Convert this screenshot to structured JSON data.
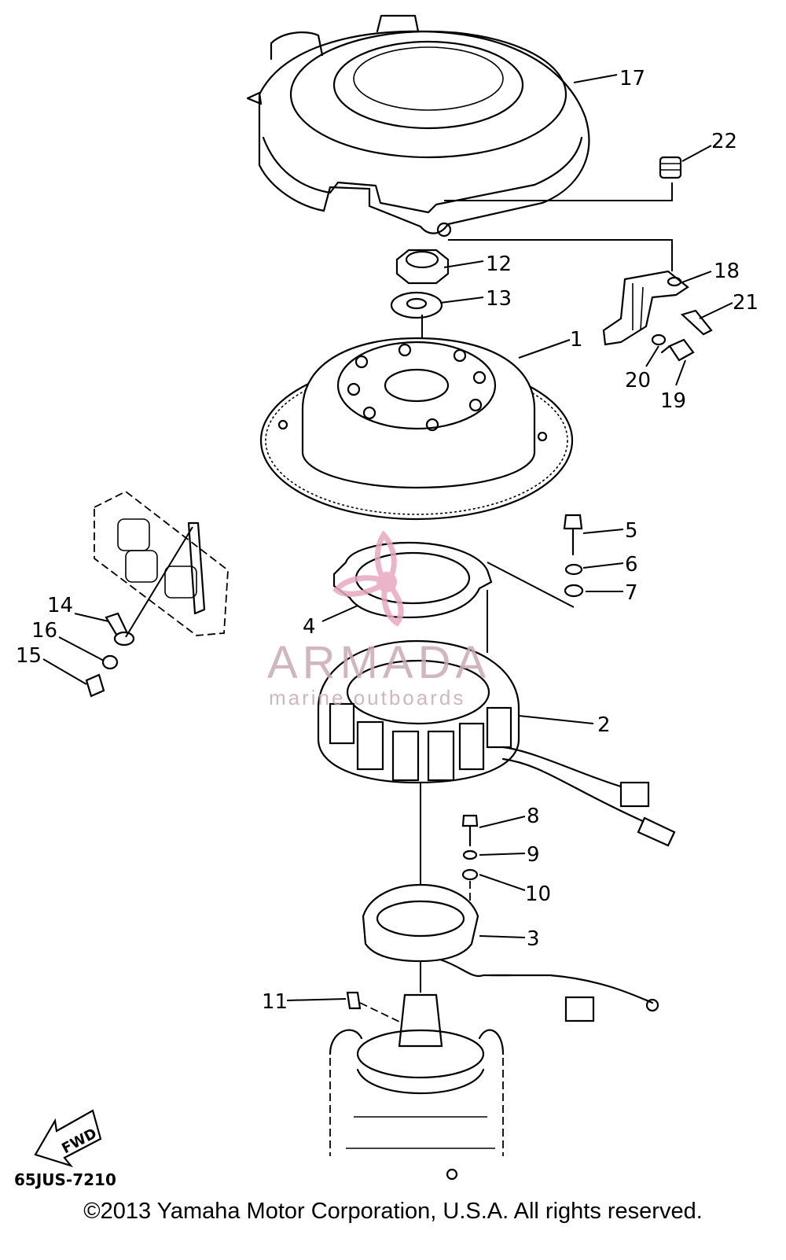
{
  "callouts": [
    {
      "id": "1",
      "label": "1"
    },
    {
      "id": "2",
      "label": "2"
    },
    {
      "id": "3",
      "label": "3"
    },
    {
      "id": "4",
      "label": "4"
    },
    {
      "id": "5",
      "label": "5"
    },
    {
      "id": "6",
      "label": "6"
    },
    {
      "id": "7",
      "label": "7"
    },
    {
      "id": "8",
      "label": "8"
    },
    {
      "id": "9",
      "label": "9"
    },
    {
      "id": "10",
      "label": "10"
    },
    {
      "id": "11",
      "label": "11"
    },
    {
      "id": "12",
      "label": "12"
    },
    {
      "id": "13",
      "label": "13"
    },
    {
      "id": "14",
      "label": "14"
    },
    {
      "id": "15",
      "label": "15"
    },
    {
      "id": "16",
      "label": "16"
    },
    {
      "id": "17",
      "label": "17"
    },
    {
      "id": "18",
      "label": "18"
    },
    {
      "id": "19",
      "label": "19"
    },
    {
      "id": "20",
      "label": "20"
    },
    {
      "id": "21",
      "label": "21"
    },
    {
      "id": "22",
      "label": "22"
    }
  ],
  "watermark": {
    "brand": "ARMADA",
    "tagline": "marine outboards"
  },
  "fwd_label": "FWD",
  "part_code": "65JUS-7210",
  "copyright": "©2013 Yamaha Motor Corporation, U.S.A. All rights reserved.",
  "colors": {
    "line": "#000000",
    "background": "#ffffff",
    "watermark": "#c9a9b5",
    "watermark_logo": "#e8a7bf"
  }
}
